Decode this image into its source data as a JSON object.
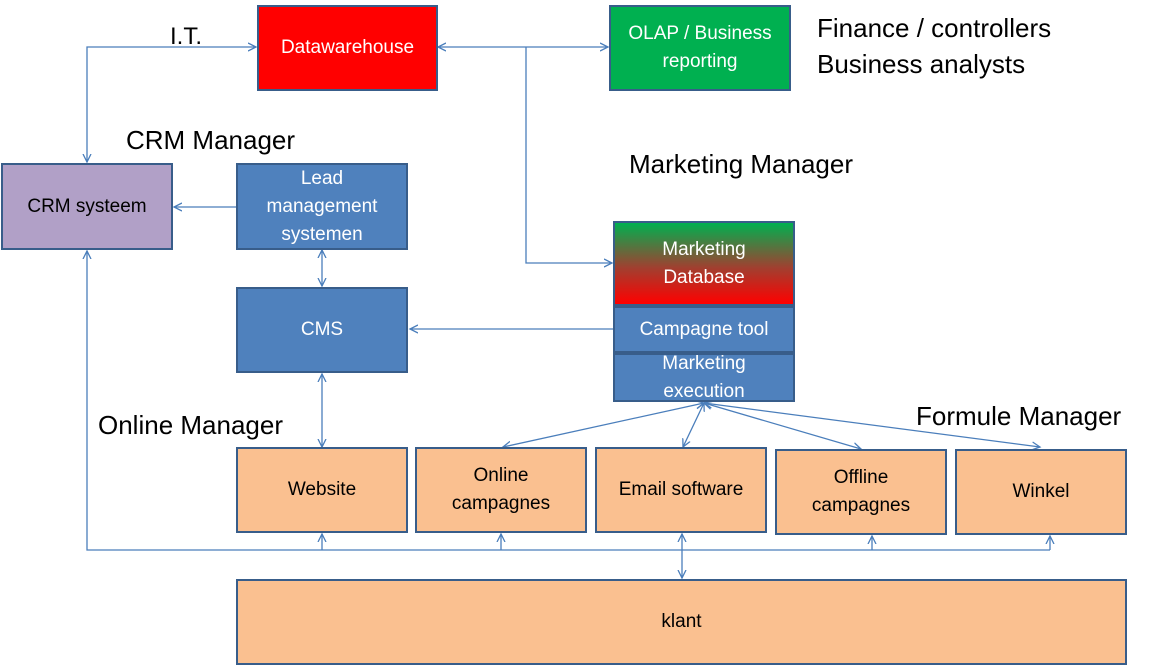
{
  "roles": {
    "it": "I.T.",
    "finance": "Finance / controllers",
    "business": "Business analysts",
    "crm_manager": "CRM Manager",
    "marketing_manager": "Marketing Manager",
    "online_manager": "Online Manager",
    "formule_manager": "Formule Manager"
  },
  "systems": {
    "datawarehouse": "Datawarehouse",
    "olap": [
      "OLAP / Business",
      "reporting"
    ],
    "crm": "CRM systeem",
    "lead": [
      "Lead",
      "management",
      "systemen"
    ],
    "cms": "CMS",
    "marketing_db": [
      "Marketing",
      "Database"
    ],
    "campagne_tool": "Campagne tool",
    "marketing_exec": [
      "Marketing",
      "execution"
    ]
  },
  "channels": {
    "website": "Website",
    "online": [
      "Online",
      "campagnes"
    ],
    "email": "Email software",
    "offline": [
      "Offline",
      "campagnes"
    ],
    "winkel": "Winkel"
  },
  "customer": "klant",
  "colors": {
    "line": "#4a7ebb",
    "blue": "#4f81bd",
    "red": "#ff0000",
    "green": "#00b050",
    "purple": "#b1a0c7",
    "peach": "#fac090"
  }
}
